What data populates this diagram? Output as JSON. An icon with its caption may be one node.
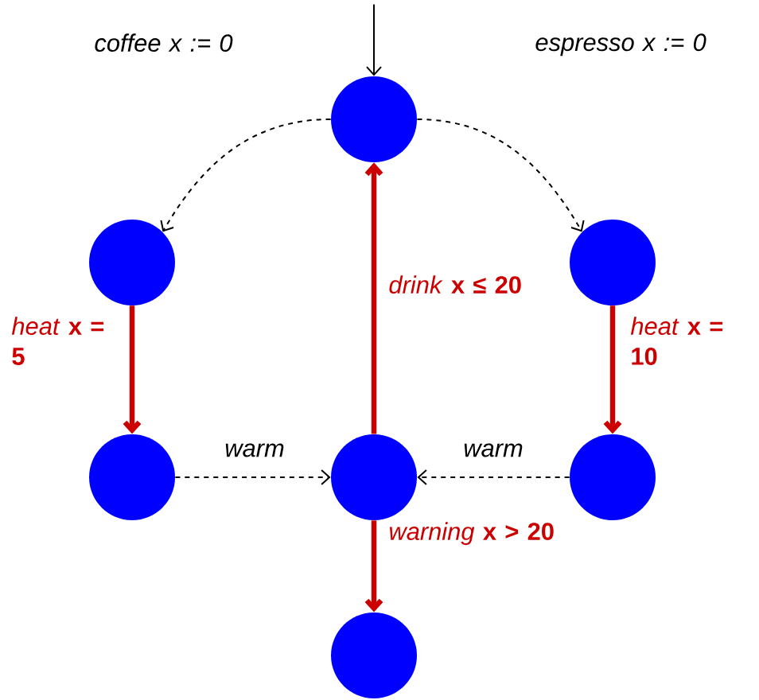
{
  "diagram": {
    "nodes": [
      {
        "text": [],
        "shape": "circle"
      },
      {
        "text": [],
        "shape": "circle"
      },
      {
        "text": [],
        "shape": "circle"
      },
      {
        "text": [],
        "shape": "circle"
      },
      {
        "text": [],
        "shape": "circle"
      },
      {
        "text": [],
        "shape": "circle"
      },
      {
        "text": [],
        "shape": "circle"
      }
    ],
    "edges": [
      {
        "from": null,
        "to": 0,
        "arrow": "to"
      },
      {
        "from": 0,
        "to": 1,
        "arrow": "to",
        "style": "dashed",
        "label": "coffee x := 0"
      },
      {
        "from": 0,
        "to": 2,
        "arrow": "to",
        "style": "dashed",
        "label": "espresso x := 0"
      },
      {
        "from": 1,
        "to": 3,
        "arrow": "to",
        "style": "thick",
        "color": "#cc0000",
        "label": "*heat* **x = 5**"
      },
      {
        "from": 2,
        "to": 5,
        "arrow": "to",
        "style": "thick",
        "color": "#cc0000",
        "label": "*heat* **x = 10**"
      },
      {
        "from": 3,
        "to": 4,
        "arrow": "to",
        "style": "dashed",
        "label": "warm"
      },
      {
        "from": 5,
        "to": 4,
        "arrow": "to",
        "style": "dashed",
        "label": "warm"
      },
      {
        "from": 4,
        "to": 0,
        "arrow": "to",
        "style": "thick",
        "color": "#cc0000",
        "label": "*drink* **x ≤ 20**"
      },
      {
        "from": 4,
        "to": 6,
        "arrow": "to",
        "style": "thick",
        "color": "#cc0000",
        "label": "*warning* **x > 20**"
      }
    ]
  }
}
